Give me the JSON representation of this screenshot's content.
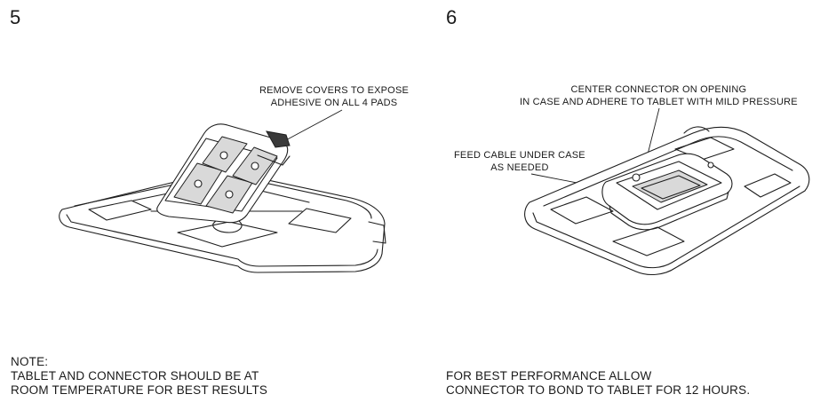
{
  "step5": {
    "number": "5",
    "callout": [
      "REMOVE COVERS TO EXPOSE",
      "ADHESIVE ON ALL 4 PADS"
    ]
  },
  "step6": {
    "number": "6",
    "callout_connector": [
      "CENTER CONNECTOR ON OPENING",
      "IN CASE AND ADHERE TO TABLET WITH MILD PRESSURE"
    ],
    "callout_cable": [
      "FEED CABLE UNDER CASE",
      "AS NEEDED"
    ]
  },
  "notes": {
    "left": [
      "NOTE:",
      "TABLET AND CONNECTOR SHOULD BE AT",
      "ROOM TEMPERATURE FOR BEST RESULTS"
    ],
    "right": [
      "FOR BEST PERFORMANCE ALLOW",
      "CONNECTOR TO BOND TO TABLET FOR 12 HOURS."
    ]
  }
}
